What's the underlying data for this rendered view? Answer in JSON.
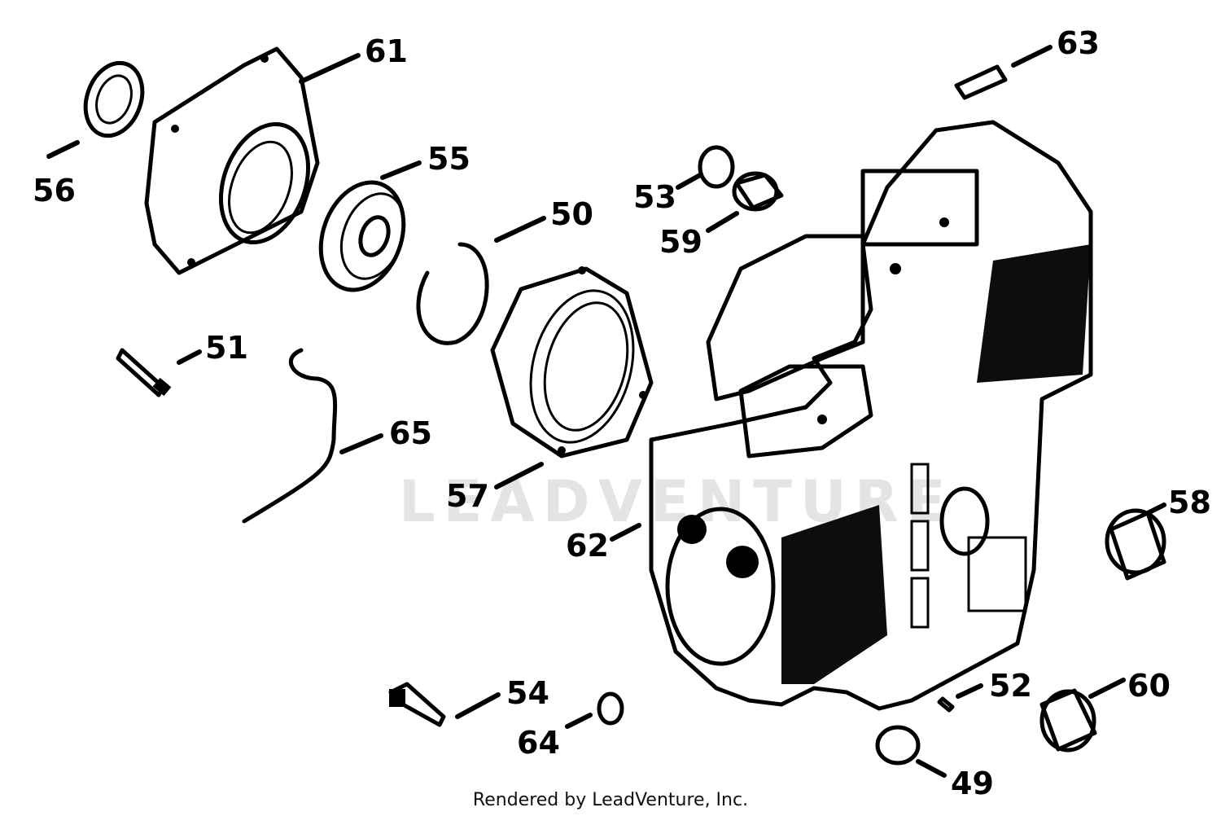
{
  "watermark": "LEADVENTURE",
  "credit": "Rendered by LeadVenture, Inc.",
  "callouts": [
    "61",
    "56",
    "55",
    "50",
    "51",
    "65",
    "57",
    "63",
    "53",
    "59",
    "62",
    "58",
    "54",
    "64",
    "52",
    "60",
    "49"
  ]
}
